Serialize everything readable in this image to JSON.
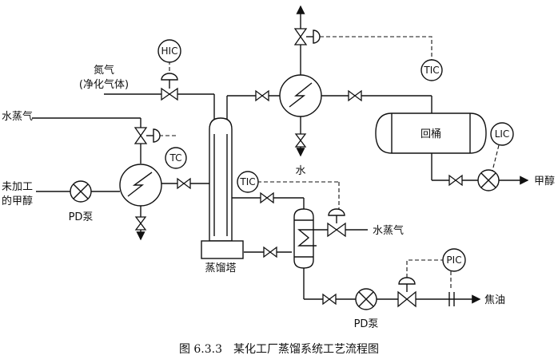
{
  "labels": {
    "nitrogen": "氮气",
    "nitrogen_note": "(净化气体)",
    "steam_left": "水蒸气",
    "raw_methanol_1": "未加工",
    "raw_methanol_2": "的甲醇",
    "pump_left": "PD泵",
    "water": "水",
    "column": "蒸馏塔",
    "drum": "回桶",
    "methanol_out": "甲醇",
    "steam_right": "水蒸气",
    "tar_out": "焦油",
    "pump_bottom": "PD泵"
  },
  "instruments": {
    "hic": "HIC",
    "tc": "TC",
    "tic_top": "TIC",
    "tic_mid": "TIC",
    "lic": "LIC",
    "pic": "PIC"
  },
  "caption": "图 6.3.3　某化工厂蒸馏系统工艺流程图"
}
